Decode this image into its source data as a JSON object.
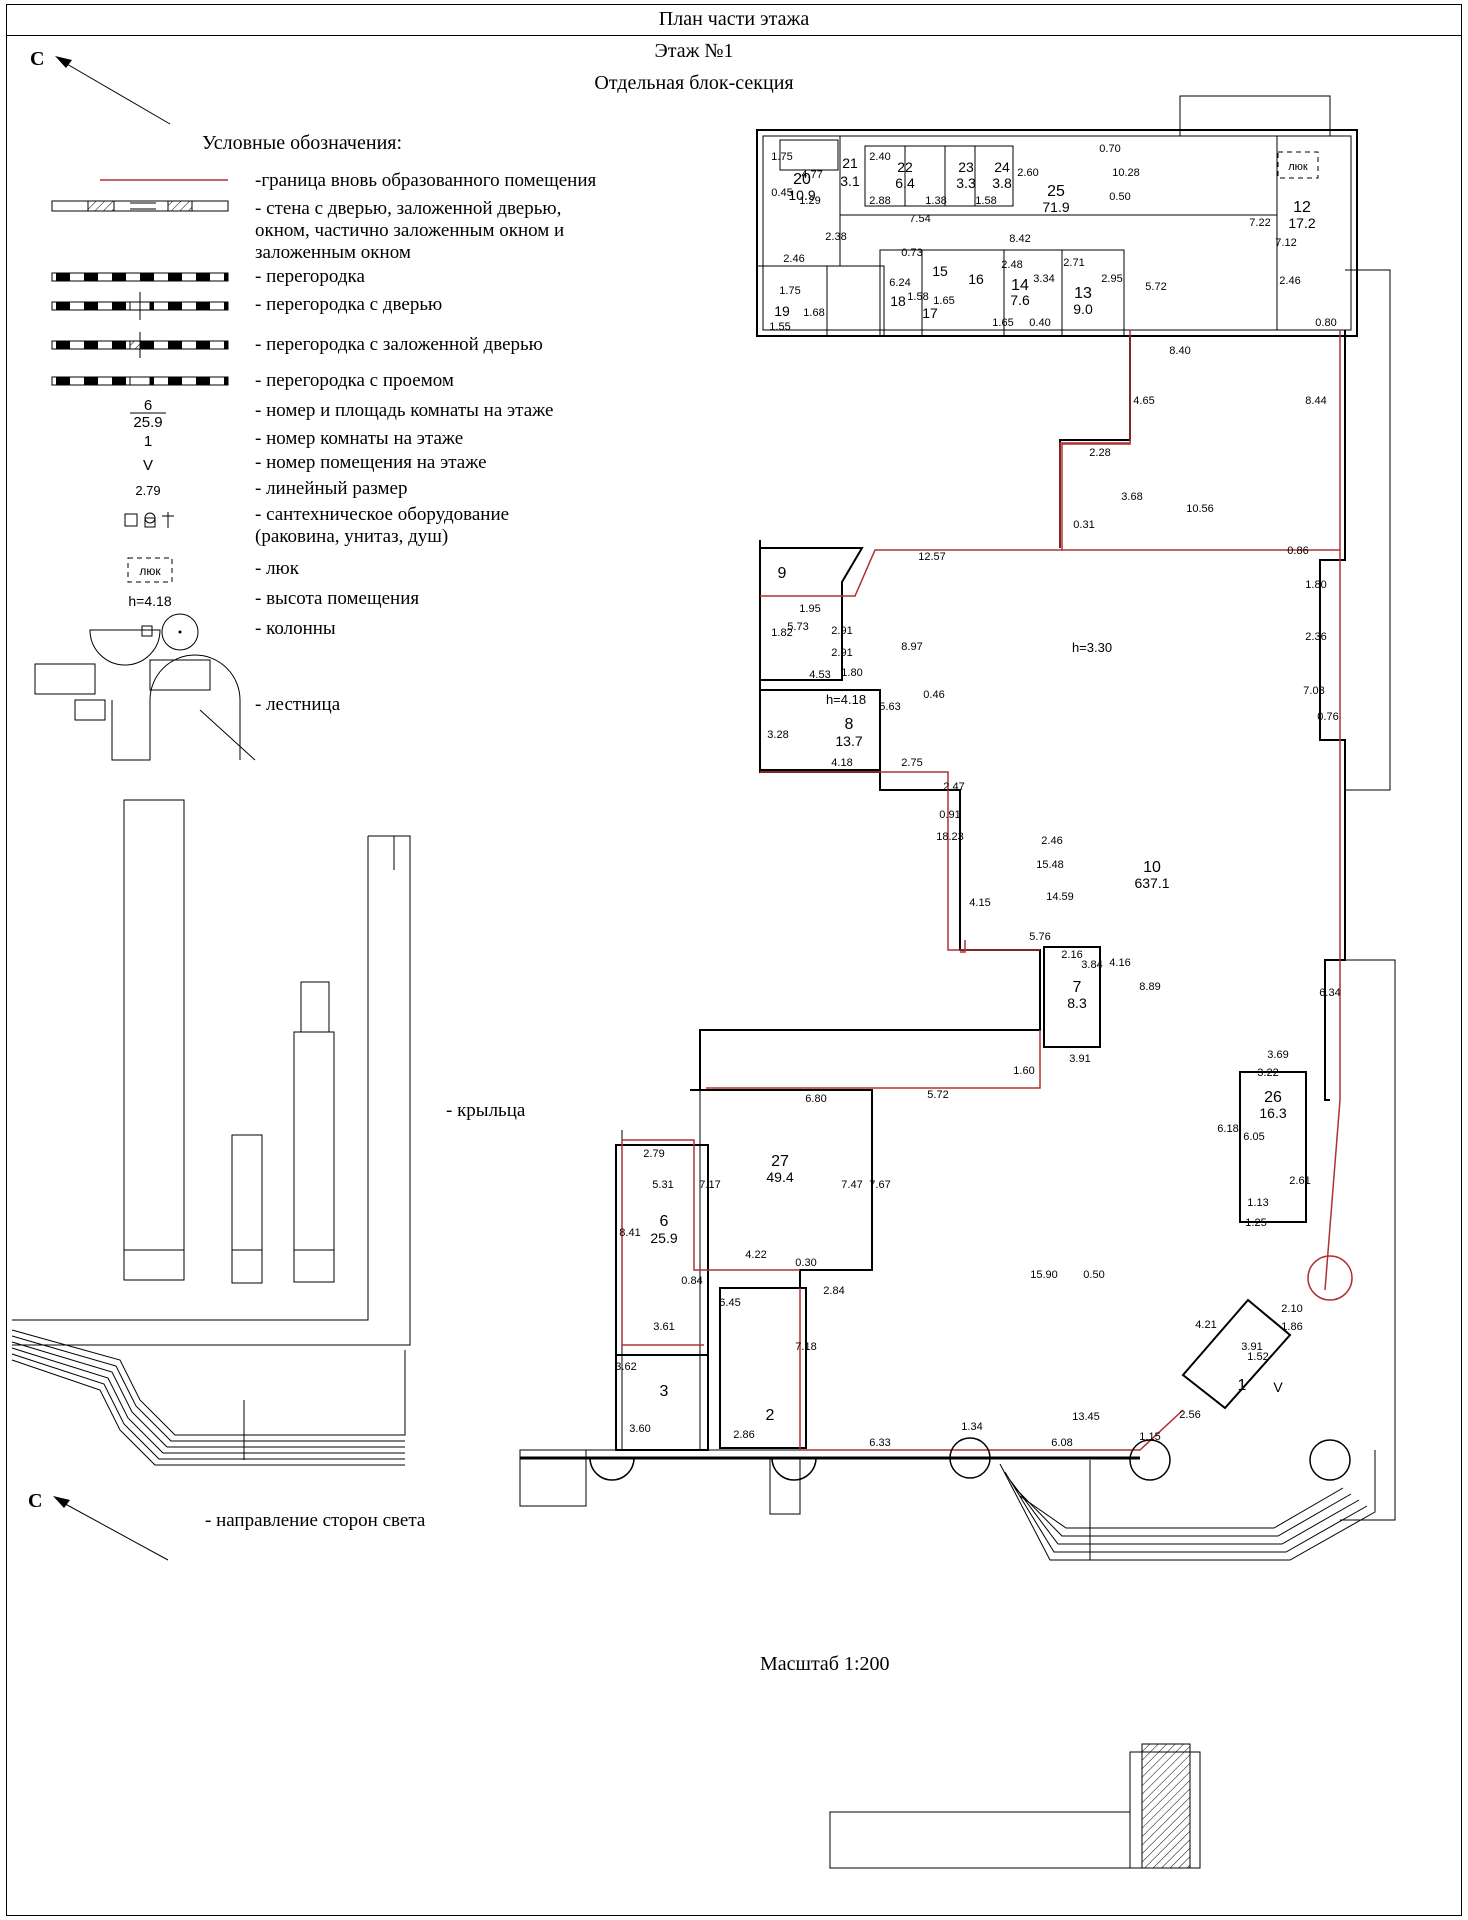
{
  "header": {
    "title": "План части этажа",
    "floor": "Этаж №1",
    "section": "Отдельная блок-секция"
  },
  "compass": {
    "north_label": "С"
  },
  "legend": {
    "title": "Условные обозначения:",
    "items": [
      "-граница вновь образованного помещения",
      "- стена с дверью, заложенной дверью,",
      "окном, частично заложенным окном и",
      "заложенным окном",
      "- перегородка",
      "- перегородка с дверью",
      "- перегородка с заложенной дверью",
      "- перегородка с проемом",
      "- номер и площадь комнаты на этаже",
      "- номер комнаты на этаже",
      "- номер помещения на этаже",
      "- линейный размер",
      "- сантехническое оборудование",
      "(раковина, унитаз, душ)",
      "- люк",
      "- высота помещения",
      "- колонны",
      "- лестница",
      "- крыльца",
      "- направление сторон света"
    ],
    "sample_room_number": "6",
    "sample_room_area": "25.9",
    "sample_room_only": "1",
    "sample_premise": "V",
    "sample_dimension": "2.79",
    "sample_hatch": "люк",
    "sample_height": "h=4.18"
  },
  "scale": "Масштаб 1:200",
  "rooms": [
    {
      "number": "1"
    },
    {
      "number": "2"
    },
    {
      "number": "3"
    },
    {
      "number": "6",
      "area": "25.9"
    },
    {
      "number": "7",
      "area": "8.3"
    },
    {
      "number": "8",
      "area": "13.7"
    },
    {
      "number": "9"
    },
    {
      "number": "10",
      "area": "637.1"
    },
    {
      "number": "12",
      "area": "17.2"
    },
    {
      "number": "13",
      "area": "9.0"
    },
    {
      "number": "14",
      "area": "7.6"
    },
    {
      "number": "15"
    },
    {
      "number": "16"
    },
    {
      "number": "17"
    },
    {
      "number": "18"
    },
    {
      "number": "19"
    },
    {
      "number": "20",
      "area": "10.9"
    },
    {
      "number": "21",
      "area": "3.1"
    },
    {
      "number": "22",
      "area": "6.4"
    },
    {
      "number": "23",
      "area": "3.3"
    },
    {
      "number": "24",
      "area": "3.8"
    },
    {
      "number": "25",
      "area": "71.9"
    },
    {
      "number": "26",
      "area": "16.3"
    },
    {
      "number": "27",
      "area": "49.4"
    }
  ],
  "premise_label": "V",
  "hatch_label": "люк",
  "heights": [
    "h=3.30",
    "h=4.18"
  ],
  "dimensions": [
    "1.75",
    "0.45",
    "4.77",
    "1.29",
    "2.40",
    "2.88",
    "1.38",
    "1.58",
    "2.60",
    "10.28",
    "0.50",
    "0.70",
    "7.54",
    "8.42",
    "2.38",
    "2.46",
    "7.22",
    "7.12",
    "2.46",
    "0.73",
    "6.24",
    "2.48",
    "3.34",
    "2.71",
    "2.95",
    "5.72",
    "1.75",
    "1.68",
    "1.55",
    "1.58",
    "1.65",
    "1.65",
    "0.40",
    "8.40",
    "4.65",
    "8.44",
    "2.28",
    "3.68",
    "0.31",
    "10.56",
    "12.57",
    "1.95",
    "5.73",
    "1.82",
    "2.91",
    "2.91",
    "1.80",
    "4.53",
    "8.97",
    "0.46",
    "5.63",
    "3.28",
    "4.18",
    "2.75",
    "2.47",
    "0.91",
    "18.23",
    "15.48",
    "2.46",
    "1.80",
    "2.36",
    "7.03",
    "14.59",
    "4.15",
    "5.76",
    "2.16",
    "3.84",
    "4.16",
    "8.89",
    "6.34",
    "3.91",
    "1.60",
    "3.69",
    "3.22",
    "6.80",
    "5.72",
    "2.79",
    "5.31",
    "7.17",
    "7.47",
    "7.67",
    "6.18",
    "6.05",
    "2.61",
    "1.13",
    "1.25",
    "8.41",
    "4.22",
    "0.30",
    "0.84",
    "6.45",
    "2.84",
    "15.90",
    "0.50",
    "7.18",
    "3.61",
    "3.62",
    "3.60",
    "2.86",
    "6.33",
    "1.34",
    "6.08",
    "13.45",
    "1.15",
    "2.56",
    "1.52",
    "4.21",
    "3.91",
    "1.86",
    "2.10",
    "0.86",
    "0.76",
    "0.80"
  ]
}
